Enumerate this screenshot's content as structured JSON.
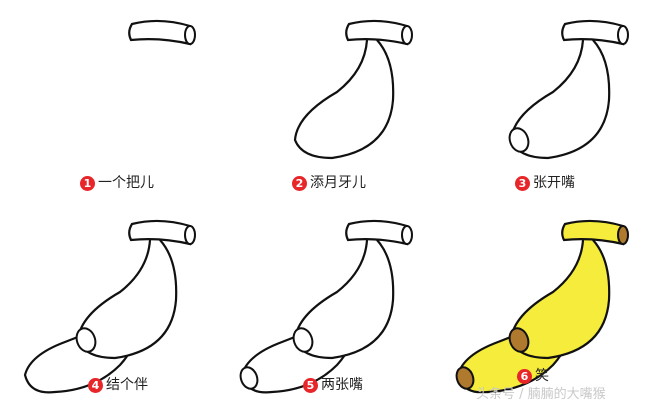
{
  "steps": [
    {
      "num": "1",
      "label": "一个把儿"
    },
    {
      "num": "2",
      "label": "添月牙儿"
    },
    {
      "num": "3",
      "label": "张开嘴"
    },
    {
      "num": "4",
      "label": "结个伴"
    },
    {
      "num": "5",
      "label": "两张嘴"
    },
    {
      "num": "6",
      "label": "笑"
    }
  ],
  "watermark": "头条号 / 腩腩的大嘴猴",
  "colors": {
    "outline": "#111111",
    "banana_yellow": "#f5ec3c",
    "banana_tip": "#b07a2e",
    "step_number": "#e8262a"
  }
}
